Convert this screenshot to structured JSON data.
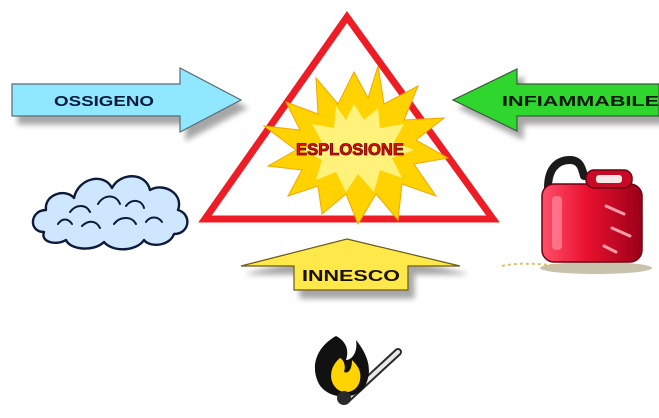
{
  "diagram": {
    "center_label": "ESPLOSIONE",
    "arrows": {
      "oxygen": {
        "label": "OSSIGENO",
        "fill": "#8fe8ff"
      },
      "fuel": {
        "label": "INFIAMMABILE",
        "fill": "#2fd62f"
      },
      "ignition": {
        "label": "INNESCO",
        "fill": "#ffe84a"
      }
    },
    "colors": {
      "triangle": "#ee1c24",
      "burst_outer": "#ffd200",
      "burst_inner": "#fff27a",
      "center_text": "#e01010",
      "cloud": "#cfe6ff",
      "gas_can": "#e8112f",
      "flame": "#ffd400"
    },
    "icons": {
      "oxygen": "cloud-icon",
      "fuel": "gas-can-icon",
      "ignition": "match-flame-icon"
    }
  }
}
